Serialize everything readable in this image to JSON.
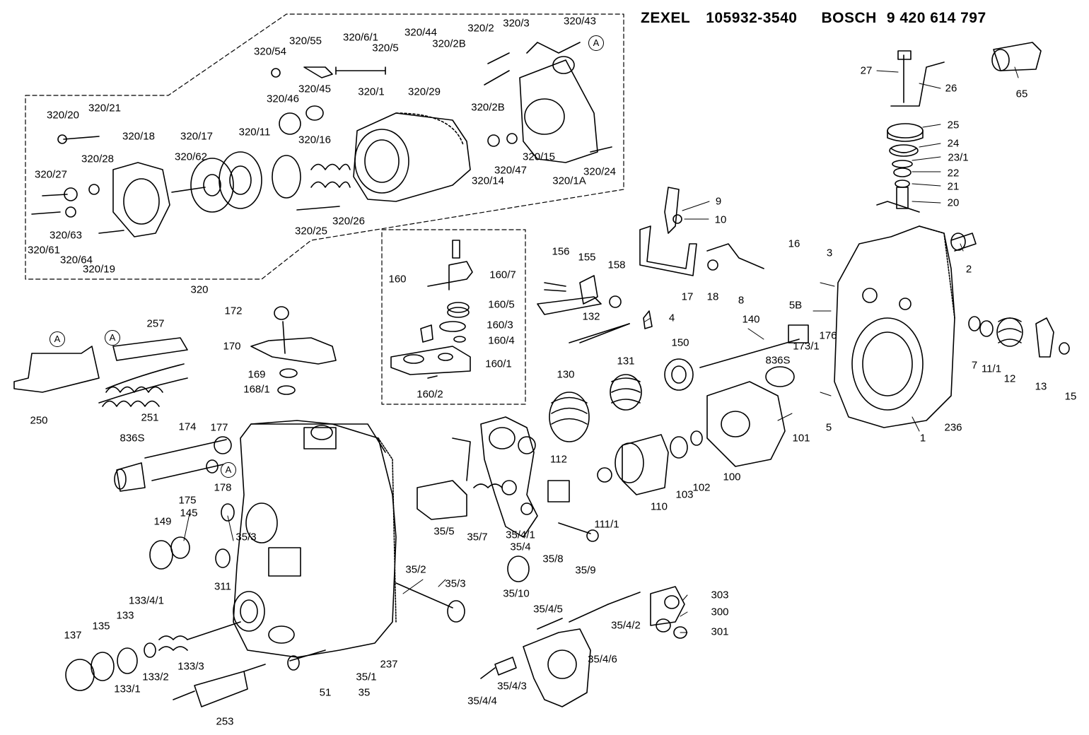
{
  "header": {
    "maker1": "ZEXEL",
    "number1": "105932-3540",
    "maker2": "BOSCH",
    "number2": "9 420 614 797"
  },
  "callouts": [
    {
      "id": "c1",
      "text": "A"
    },
    {
      "id": "c2",
      "text": "A"
    },
    {
      "id": "c3",
      "text": "A"
    },
    {
      "id": "c4",
      "text": "A"
    }
  ],
  "labels": [
    {
      "id": "l1",
      "text": "320/3"
    },
    {
      "id": "l2",
      "text": "320/43"
    },
    {
      "id": "l3",
      "text": "320/2"
    },
    {
      "id": "l4",
      "text": "320/44"
    },
    {
      "id": "l5",
      "text": "320/6/1"
    },
    {
      "id": "l6",
      "text": "320/55"
    },
    {
      "id": "l7",
      "text": "320/5"
    },
    {
      "id": "l8",
      "text": "320/2B"
    },
    {
      "id": "l9",
      "text": "320/54"
    },
    {
      "id": "l10",
      "text": "320/1"
    },
    {
      "id": "l11",
      "text": "320/29"
    },
    {
      "id": "l12",
      "text": "320/45"
    },
    {
      "id": "l13",
      "text": "320/46"
    },
    {
      "id": "l14",
      "text": "320/2B"
    },
    {
      "id": "l15",
      "text": "320/21"
    },
    {
      "id": "l16",
      "text": "320/20"
    },
    {
      "id": "l17",
      "text": "320/18"
    },
    {
      "id": "l18",
      "text": "320/17"
    },
    {
      "id": "l19",
      "text": "320/11"
    },
    {
      "id": "l20",
      "text": "320/16"
    },
    {
      "id": "l21",
      "text": "320/15"
    },
    {
      "id": "l22",
      "text": "320/47"
    },
    {
      "id": "l23",
      "text": "320/14"
    },
    {
      "id": "l24",
      "text": "320/1A"
    },
    {
      "id": "l25",
      "text": "320/24"
    },
    {
      "id": "l26",
      "text": "320/28"
    },
    {
      "id": "l27",
      "text": "320/27"
    },
    {
      "id": "l28",
      "text": "320/62"
    },
    {
      "id": "l29",
      "text": "320/63"
    },
    {
      "id": "l30",
      "text": "320/61"
    },
    {
      "id": "l31",
      "text": "320/64"
    },
    {
      "id": "l32",
      "text": "320/19"
    },
    {
      "id": "l33",
      "text": "320/25"
    },
    {
      "id": "l34",
      "text": "320/26"
    },
    {
      "id": "l35",
      "text": "320"
    },
    {
      "id": "l36",
      "text": "27"
    },
    {
      "id": "l37",
      "text": "26"
    },
    {
      "id": "l38",
      "text": "65"
    },
    {
      "id": "l39",
      "text": "25"
    },
    {
      "id": "l40",
      "text": "24"
    },
    {
      "id": "l41",
      "text": "23/1"
    },
    {
      "id": "l42",
      "text": "22"
    },
    {
      "id": "l43",
      "text": "21"
    },
    {
      "id": "l44",
      "text": "20"
    },
    {
      "id": "l45",
      "text": "9"
    },
    {
      "id": "l46",
      "text": "10"
    },
    {
      "id": "l47",
      "text": "156"
    },
    {
      "id": "l48",
      "text": "155"
    },
    {
      "id": "l49",
      "text": "158"
    },
    {
      "id": "l50",
      "text": "16"
    },
    {
      "id": "l51",
      "text": "3"
    },
    {
      "id": "l52",
      "text": "2"
    },
    {
      "id": "l53",
      "text": "17"
    },
    {
      "id": "l54",
      "text": "18"
    },
    {
      "id": "l55",
      "text": "8"
    },
    {
      "id": "l56",
      "text": "5B"
    },
    {
      "id": "l57",
      "text": "4"
    },
    {
      "id": "l58",
      "text": "132"
    },
    {
      "id": "l59",
      "text": "140"
    },
    {
      "id": "l60",
      "text": "176"
    },
    {
      "id": "l61",
      "text": "173/1"
    },
    {
      "id": "l62",
      "text": "7"
    },
    {
      "id": "l63",
      "text": "11/1"
    },
    {
      "id": "l64",
      "text": "12"
    },
    {
      "id": "l65",
      "text": "13"
    },
    {
      "id": "l66",
      "text": "15"
    },
    {
      "id": "l67",
      "text": "160"
    },
    {
      "id": "l68",
      "text": "160/7"
    },
    {
      "id": "l69",
      "text": "160/5"
    },
    {
      "id": "l70",
      "text": "160/3"
    },
    {
      "id": "l71",
      "text": "160/4"
    },
    {
      "id": "l72",
      "text": "160/1"
    },
    {
      "id": "l73",
      "text": "160/2"
    },
    {
      "id": "l74",
      "text": "172"
    },
    {
      "id": "l75",
      "text": "170"
    },
    {
      "id": "l76",
      "text": "169"
    },
    {
      "id": "l77",
      "text": "168/1"
    },
    {
      "id": "l78",
      "text": "257"
    },
    {
      "id": "l79",
      "text": "250"
    },
    {
      "id": "l80",
      "text": "251"
    },
    {
      "id": "l81",
      "text": "130"
    },
    {
      "id": "l82",
      "text": "131"
    },
    {
      "id": "l83",
      "text": "150"
    },
    {
      "id": "l84",
      "text": "836S"
    },
    {
      "id": "l85",
      "text": "101"
    },
    {
      "id": "l86",
      "text": "5"
    },
    {
      "id": "l87",
      "text": "1"
    },
    {
      "id": "l88",
      "text": "236"
    },
    {
      "id": "l89",
      "text": "177"
    },
    {
      "id": "l90",
      "text": "174"
    },
    {
      "id": "l91",
      "text": "836S"
    },
    {
      "id": "l92",
      "text": "178"
    },
    {
      "id": "l93",
      "text": "175"
    },
    {
      "id": "l94",
      "text": "112"
    },
    {
      "id": "l95",
      "text": "110"
    },
    {
      "id": "l96",
      "text": "103"
    },
    {
      "id": "l97",
      "text": "102"
    },
    {
      "id": "l98",
      "text": "100"
    },
    {
      "id": "l99",
      "text": "149"
    },
    {
      "id": "l100",
      "text": "145"
    },
    {
      "id": "l101",
      "text": "35/3"
    },
    {
      "id": "l102",
      "text": "311"
    },
    {
      "id": "l103",
      "text": "35/5"
    },
    {
      "id": "l104",
      "text": "35/7"
    },
    {
      "id": "l105",
      "text": "35/4/1"
    },
    {
      "id": "l106",
      "text": "35/4"
    },
    {
      "id": "l107",
      "text": "35/8"
    },
    {
      "id": "l108",
      "text": "35/9"
    },
    {
      "id": "l109",
      "text": "111/1"
    },
    {
      "id": "l110",
      "text": "35/10"
    },
    {
      "id": "l111",
      "text": "35/2"
    },
    {
      "id": "l112",
      "text": "35/3"
    },
    {
      "id": "l113",
      "text": "133/4/1"
    },
    {
      "id": "l114",
      "text": "133"
    },
    {
      "id": "l115",
      "text": "137"
    },
    {
      "id": "l116",
      "text": "135"
    },
    {
      "id": "l117",
      "text": "133/1"
    },
    {
      "id": "l118",
      "text": "133/2"
    },
    {
      "id": "l119",
      "text": "133/3"
    },
    {
      "id": "l120",
      "text": "51"
    },
    {
      "id": "l121",
      "text": "35/1"
    },
    {
      "id": "l122",
      "text": "35"
    },
    {
      "id": "l123",
      "text": "237"
    },
    {
      "id": "l124",
      "text": "253"
    },
    {
      "id": "l125",
      "text": "303"
    },
    {
      "id": "l126",
      "text": "300"
    },
    {
      "id": "l127",
      "text": "301"
    },
    {
      "id": "l128",
      "text": "35/4/5"
    },
    {
      "id": "l129",
      "text": "35/4/2"
    },
    {
      "id": "l130",
      "text": "35/4/6"
    },
    {
      "id": "l131",
      "text": "35/4/3"
    },
    {
      "id": "l132",
      "text": "35/4/4"
    }
  ]
}
